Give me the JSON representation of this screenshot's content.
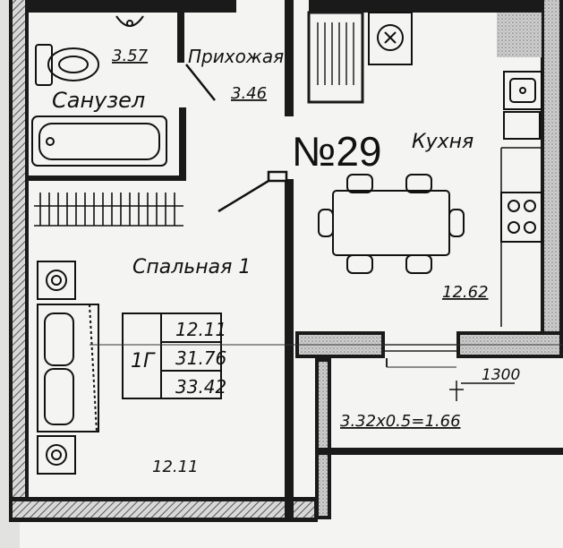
{
  "plan": {
    "apartment_number": "№29",
    "rooms": {
      "bathroom": {
        "name": "Санузел",
        "area": "3.57"
      },
      "hallway": {
        "name": "Прихожая",
        "area": "3.46"
      },
      "kitchen": {
        "name": "Кухня",
        "area": "12.62"
      },
      "bedroom": {
        "name": "Спальная 1",
        "area": "12.11"
      },
      "balcony": {
        "area_formula": "3.32x0.5=1.66",
        "width_mm": "1300"
      }
    },
    "summary": {
      "rooms_count": "1Г",
      "living_area": "12.11",
      "total_area": "31.76",
      "total_with_balcony": "33.42"
    }
  }
}
